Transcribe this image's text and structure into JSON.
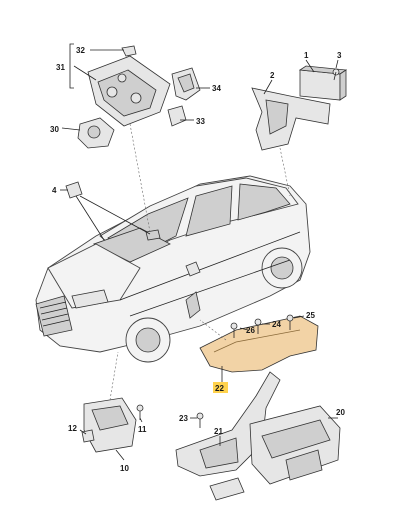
{
  "callouts": {
    "c1": "1",
    "c2": "2",
    "c3": "3",
    "c4": "4",
    "c10": "10",
    "c11": "11",
    "c12": "12",
    "c20": "20",
    "c21": "21",
    "c22": "22",
    "c23": "23",
    "c24": "24",
    "c25": "25",
    "c26": "26",
    "c30": "30",
    "c31": "31",
    "c32": "32",
    "c33": "33",
    "c34": "34"
  },
  "colors": {
    "highlight_part": "#f2d3a6",
    "highlight_label_bg": "#ffd24d",
    "line": "#222222"
  },
  "highlighted_part": "22"
}
